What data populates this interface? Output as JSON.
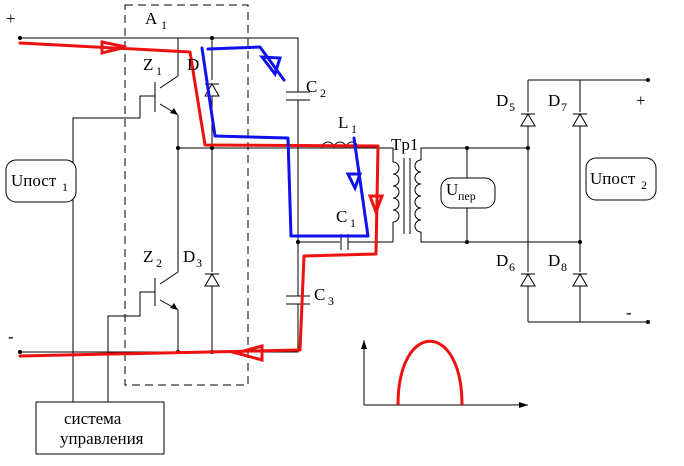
{
  "labels": {
    "plus_left": "+",
    "minus_left": "-",
    "plus_right": "+",
    "minus_right": "-",
    "a1": "A",
    "a1_sub": "1",
    "z1": "Z",
    "z1_sub": "1",
    "z2": "Z",
    "z2_sub": "2",
    "d1": "D",
    "d3": "D",
    "d3_sub": "3",
    "c2": "C",
    "c2_sub": "2",
    "c1": "C",
    "c1_sub": "1",
    "c3": "C",
    "c3_sub": "3",
    "l1": "L",
    "l1_sub": "1",
    "tr1": "Tp1",
    "d5": "D",
    "d5_sub": "5",
    "d6": "D",
    "d6_sub": "6",
    "d7": "D",
    "d7_sub": "7",
    "d8": "D",
    "d8_sub": "8",
    "u_in": "Uпост",
    "u_in_sub": "1",
    "u_out": "Uпост",
    "u_out_sub": "2",
    "u_ac": "U",
    "u_ac_sub": "пер",
    "control_line1": "система",
    "control_line2": "управления"
  }
}
